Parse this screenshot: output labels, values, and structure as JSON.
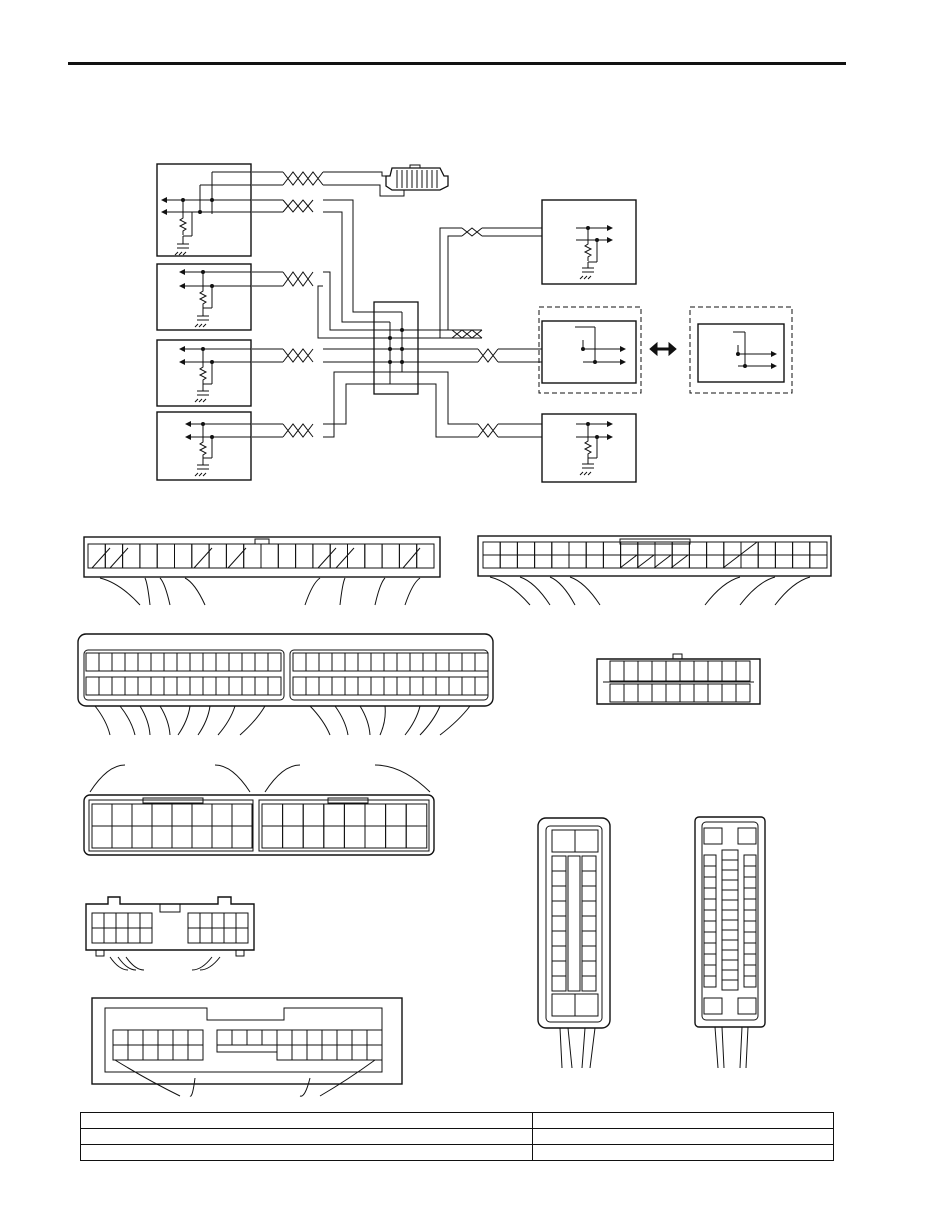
{
  "page": {
    "colors": {
      "ink": "#111111",
      "paper": "#ffffff"
    },
    "header_rule": true
  },
  "wiring_diagram": {
    "left_modules": 4,
    "right_modules": 3,
    "optional_module_dashed": true,
    "interchange_symbol": "double-arrow-icon"
  },
  "connectors": {
    "count": 10
  },
  "legend_table": {
    "rows": [
      {
        "c1": "",
        "c2": ""
      },
      {
        "c1": "",
        "c2": ""
      },
      {
        "c1": "",
        "c2": ""
      }
    ]
  }
}
